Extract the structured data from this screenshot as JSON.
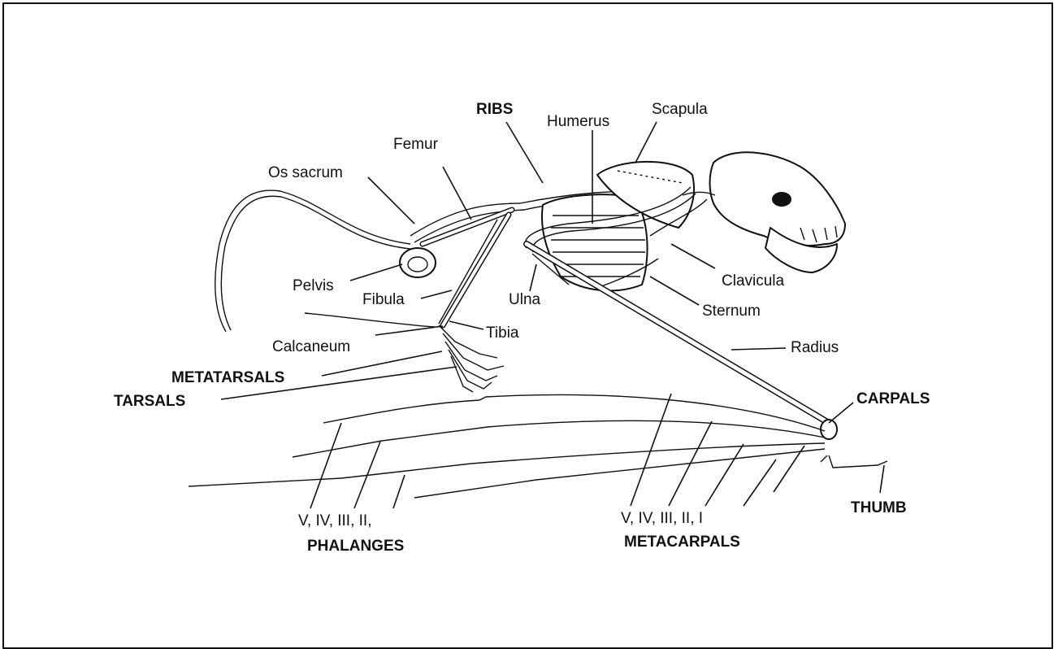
{
  "labels": {
    "ribs": "RIBS",
    "humerus": "Humerus",
    "scapula": "Scapula",
    "femur": "Femur",
    "os_sacrum": "Os sacrum",
    "pelvis": "Pelvis",
    "fibula": "Fibula",
    "ulna": "Ulna",
    "clavicula": "Clavicula",
    "sternum": "Sternum",
    "tibia": "Tibia",
    "calcaneum": "Calcaneum",
    "radius": "Radius",
    "metatarsals": "METATARSALS",
    "tarsals": "TARSALS",
    "carpals": "CARPALS",
    "thumb": "THUMB",
    "phalanges_digits": "V, IV, III, II,",
    "phalanges": "PHALANGES",
    "metacarpals_digits": "V, IV, III, II, I",
    "metacarpals": "METACARPALS"
  }
}
